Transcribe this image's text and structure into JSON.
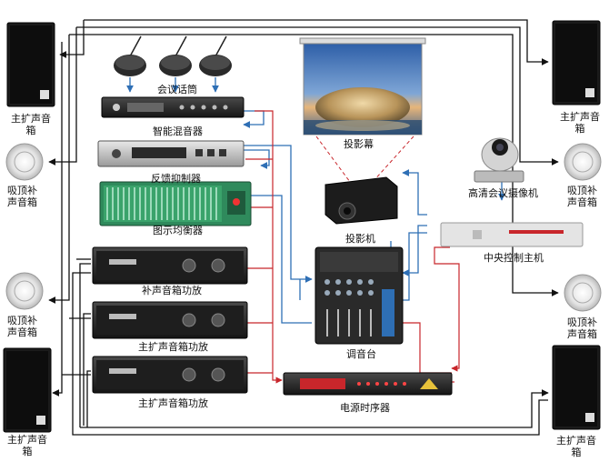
{
  "labels": {
    "mic": "会议话筒",
    "mixer_smart": "智能混音器",
    "feedback": "反馈抑制器",
    "eq": "图示均衡器",
    "amp_fill": "补声音箱功放",
    "amp_main_1": "主扩声音箱功放",
    "amp_main_2": "主扩声音箱功放",
    "screen": "投影幕",
    "projector": "投影机",
    "mixing_console": "调音台",
    "power_seq": "电源时序器",
    "camera": "高清会议摄像机",
    "central": "中央控制主机",
    "main_spk_tl": "主扩声音\n箱",
    "ceil_spk_l1": "吸顶补\n声音箱",
    "ceil_spk_l2": "吸顶补\n声音箱",
    "main_spk_bl": "主扩声音\n箱",
    "main_spk_tr": "主扩声音\n箱",
    "ceil_spk_r1": "吸顶补\n声音箱",
    "ceil_spk_r2": "吸顶补\n声音箱",
    "main_spk_br": "主扩声音\n箱"
  },
  "colors": {
    "audio_line": "#2e6fb5",
    "power_line": "#c8262b",
    "speaker_line": "#111111",
    "device_dark": "#2a2a2a",
    "eq_green": "#3aa36b"
  }
}
